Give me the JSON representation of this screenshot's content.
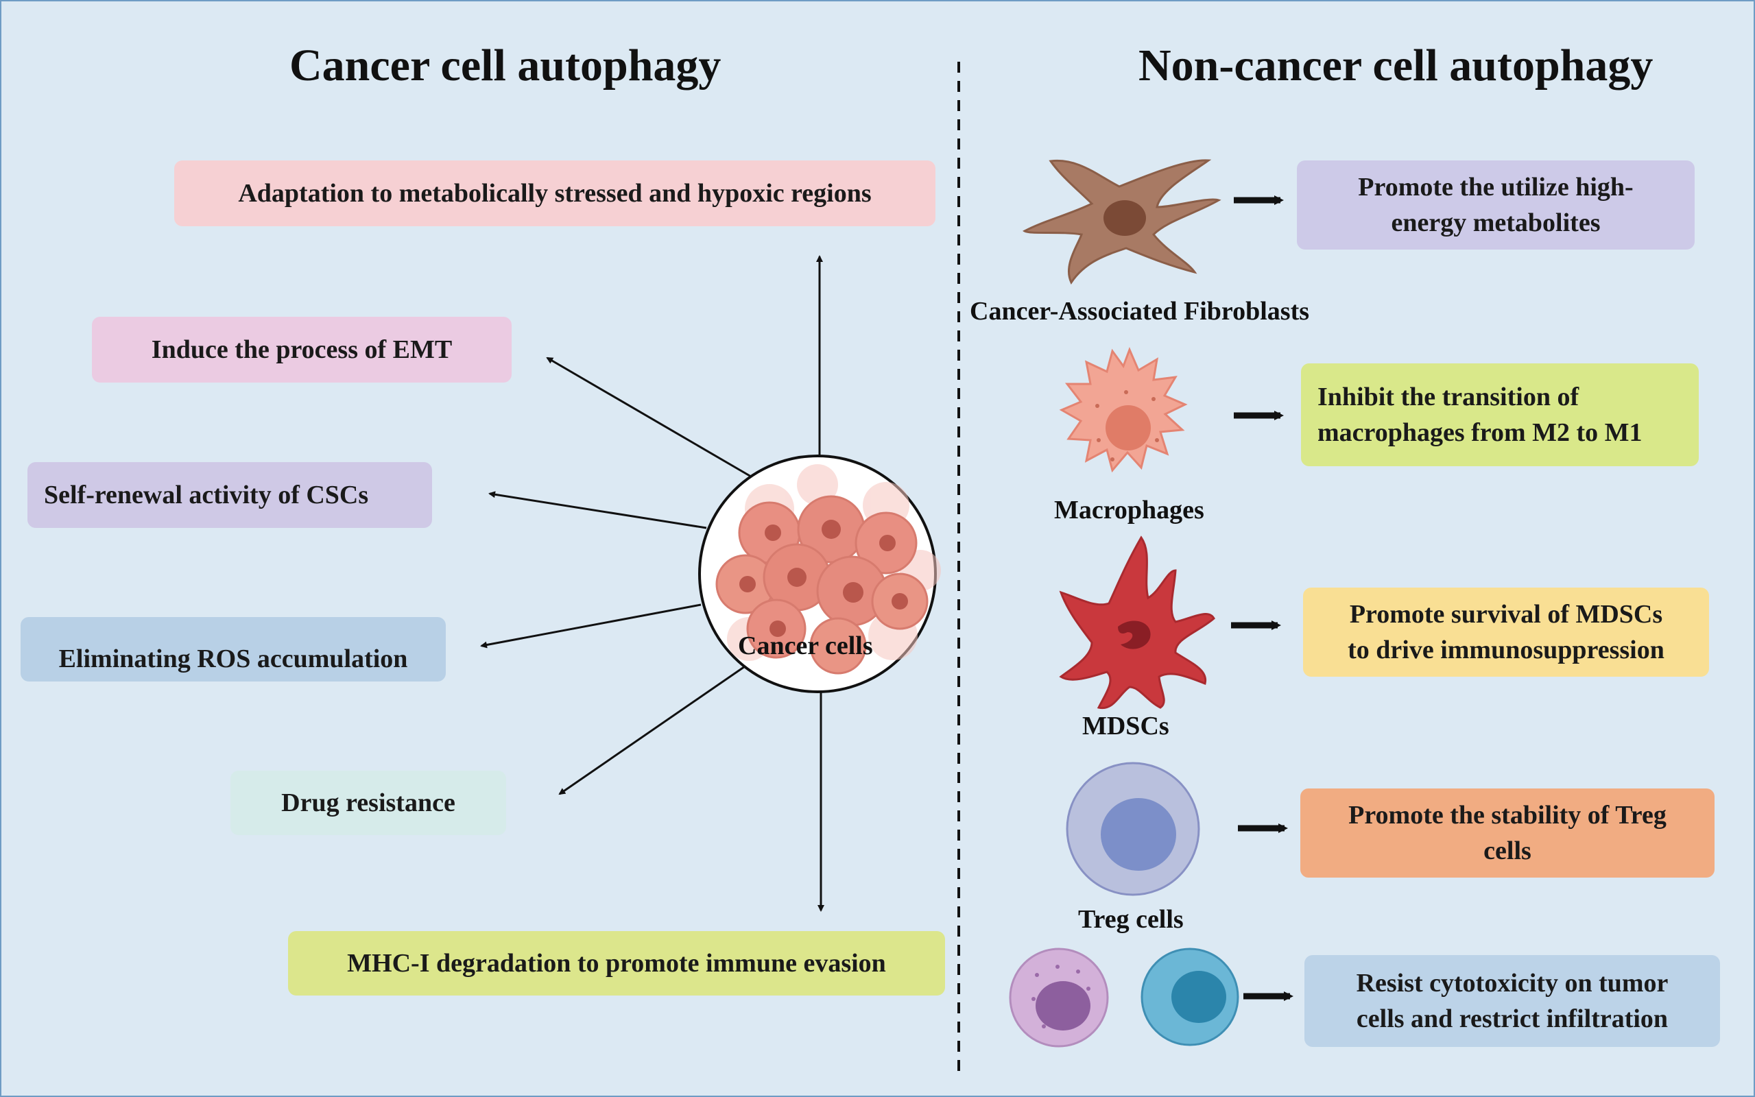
{
  "titles": {
    "left": "Cancer cell autophagy",
    "right": "Non-cancer cell autophagy"
  },
  "center": {
    "label": "Cancer cells"
  },
  "left_effects": [
    {
      "text": "Adaptation to metabolically stressed and hypoxic regions",
      "color": "#f6d0d3"
    },
    {
      "text": "Induce the process of EMT",
      "color": "#ebcbe2"
    },
    {
      "text": "Self-renewal activity of CSCs",
      "color": "#cfc9e6"
    },
    {
      "text": "Eliminating ROS accumulation",
      "color": "#b8d0e6"
    },
    {
      "text": "Drug resistance",
      "color": "#d6ebea"
    },
    {
      "text": "MHC-I degradation to promote immune evasion",
      "color": "#dce68c"
    }
  ],
  "right_rows": [
    {
      "cell": "Cancer-Associated Fibroblasts",
      "icon": "fibroblast-icon",
      "effect": [
        "Promote the utilize high-",
        "energy metabolites"
      ],
      "color": "#cdcae8"
    },
    {
      "cell": "Macrophages",
      "icon": "macrophage-icon",
      "effect": [
        "Inhibit the transition of",
        "macrophages from M2 to M1"
      ],
      "color": "#d9e88a"
    },
    {
      "cell": "MDSCs",
      "icon": "mdsc-icon",
      "effect": [
        "Promote survival of MDSCs",
        "to drive immunosuppression"
      ],
      "color": "#f9df94"
    },
    {
      "cell": "Treg cells",
      "icon": "treg-cell-icon",
      "effect": [
        "Promote the stability of Treg",
        "cells"
      ],
      "color": "#f1ac82"
    },
    {
      "cell": "",
      "icon": "lymphocyte-pair-icon",
      "effect": [
        "Resist cytotoxicity on tumor",
        "cells and restrict infiltration"
      ],
      "color": "#bcd3e8"
    }
  ]
}
